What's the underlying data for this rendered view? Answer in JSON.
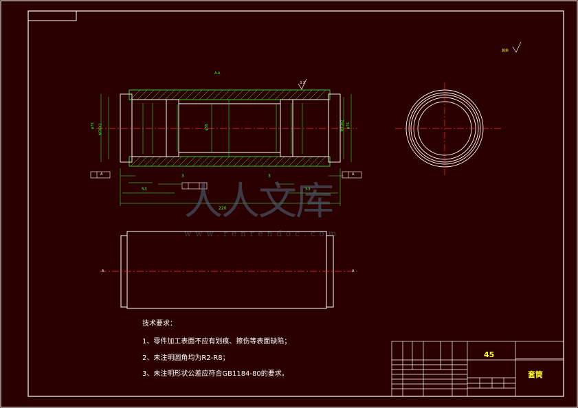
{
  "labels": {
    "section": "A-A",
    "overall_length": "220",
    "left_length": "53",
    "right_length": "53",
    "step_left": "3",
    "step_right": "3",
    "outer_diameter": "φ76",
    "thread": "M70X2",
    "bore": "φ55",
    "datum": "A",
    "view_a": "A",
    "other": "其余",
    "roughness": "3.2"
  },
  "tech_requirements": {
    "title": "技术要求：",
    "items": [
      "1、零件加工表面不应有划痕、擦伤等表面缺陷；",
      "2、未注明圆角均为R2-R8；",
      "3、未注明形状公差应符合GB1184-80的要求。"
    ]
  },
  "title_block": {
    "material": "45",
    "part_name": "套筒"
  },
  "watermark": {
    "logo": "人人文库",
    "url": "www.renrendoc.com"
  },
  "colors": {
    "background": "#2b0000",
    "outline": "#ffffff",
    "dimension": "#33ff33",
    "center_line": "#ff3333",
    "title_text": "#ffff33"
  }
}
